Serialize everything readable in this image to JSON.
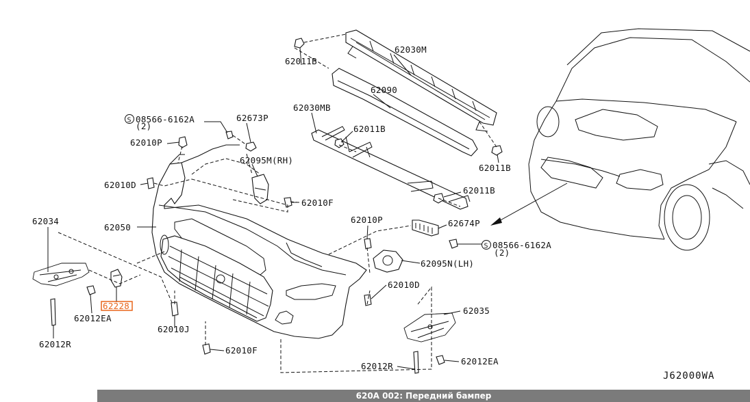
{
  "labels": {
    "l_62030M": "62030M",
    "l_62011B_top": "62011B",
    "l_62090": "62090",
    "l_62030MB": "62030MB",
    "l_62011B_mid": "62011B",
    "l_62011B_right": "62011B",
    "l_62011B_low": "62011B",
    "l_08566_top": "08566-6162A",
    "l_qty_top": "(2)",
    "l_62673P": "62673P",
    "l_62010P_top": "62010P",
    "l_62095M": "62095M(RH)",
    "l_62010D_left": "62010D",
    "l_62010F_mid": "62010F",
    "l_62034": "62034",
    "l_62050": "62050",
    "l_62010P_mid": "62010P",
    "l_62674P": "62674P",
    "l_08566_right": "08566-6162A",
    "l_qty_right": "(2)",
    "l_62095N": "62095N(LH)",
    "l_62228": "62228",
    "l_62012EA_left": "62012EA",
    "l_62010D_mid": "62010D",
    "l_62035": "62035",
    "l_62010J": "62010J",
    "l_62012R_left": "62012R",
    "l_62010F_low": "62010F",
    "l_62012R_right": "62012R",
    "l_62012EA_right": "62012EA"
  },
  "reference_code": "J62000WA",
  "footer_title": "620A 002: Передний бампер",
  "highlight_color": "#e8651a",
  "footer_color": "#7b7b7b"
}
